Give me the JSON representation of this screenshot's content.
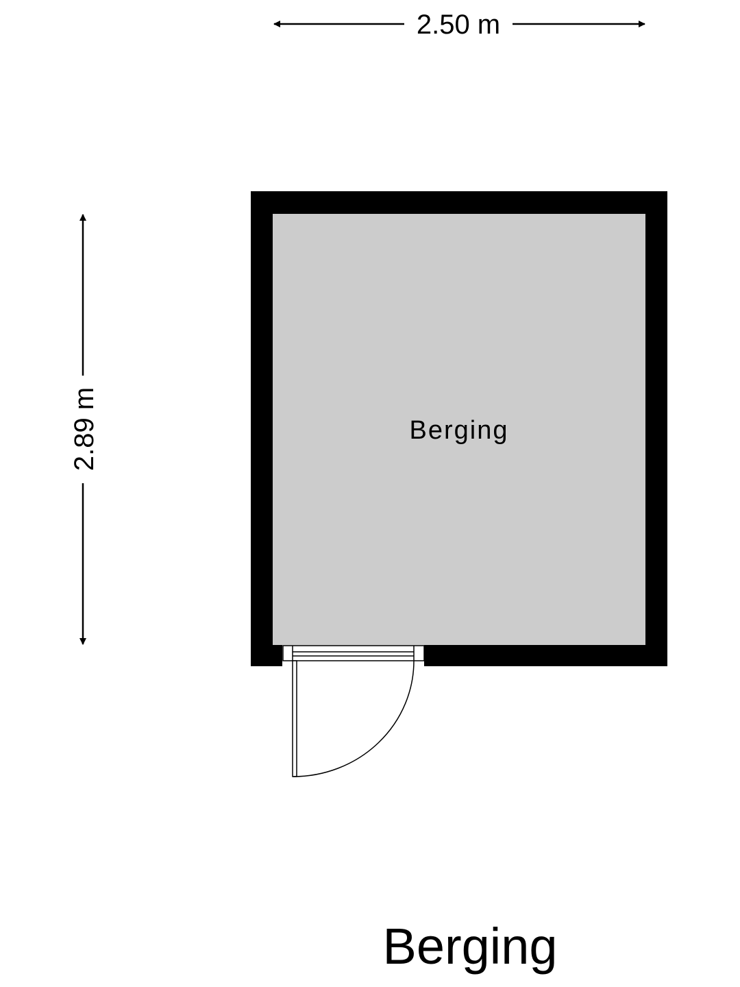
{
  "dimensions": {
    "width": "2.50 m",
    "depth": "2.89 m"
  },
  "room": {
    "name": "Berging"
  },
  "floor": {
    "title": "Berging"
  },
  "colors": {
    "wall": "#000000",
    "floor": "#cccccc",
    "background": "#ffffff",
    "line": "#000000"
  }
}
